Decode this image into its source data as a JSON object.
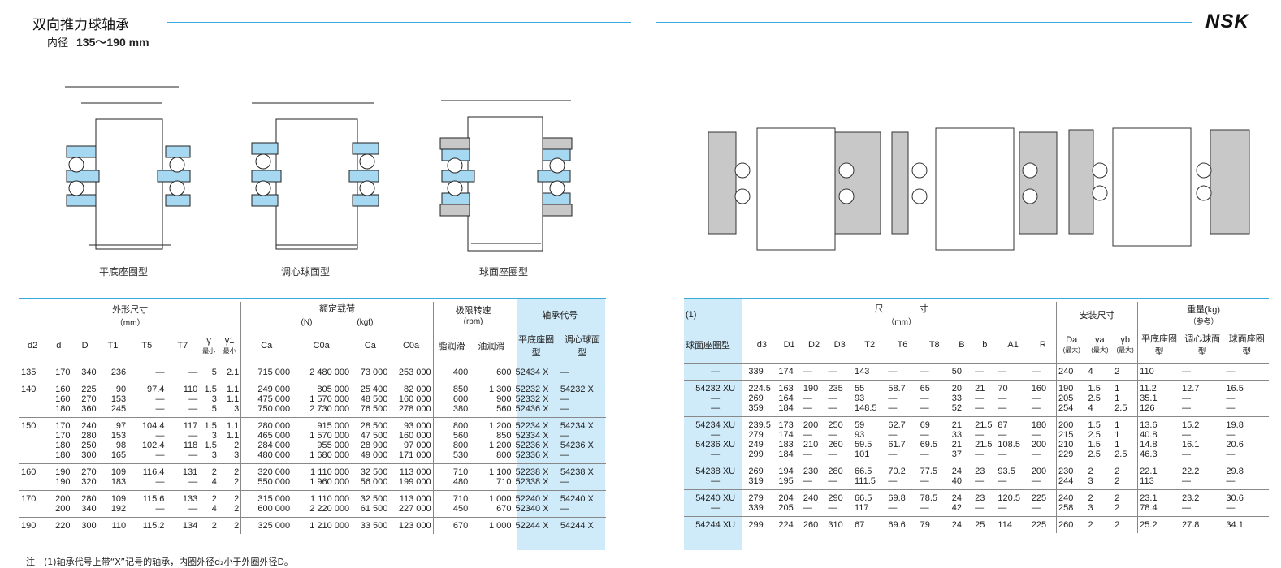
{
  "header": {
    "title": "双向推力球轴承",
    "subtitle_label": "内径",
    "subtitle_range": "135～190 mm",
    "brand": "NSK"
  },
  "colors": {
    "accent": "#3aa9dc",
    "highlight": "#cfeaf8",
    "bearing_fill": "#a6d8f2",
    "housing": "#c8c8c8"
  },
  "diagrams": {
    "captions": [
      "平底座圈型",
      "调心球面型",
      "球面座圈型"
    ]
  },
  "left_table": {
    "group_headers": {
      "dims": "外形尺寸",
      "dims_unit": "（mm）",
      "load": "额定载荷",
      "load_n": "(N)",
      "load_kgf": "(kgf)",
      "speed": "极限转速",
      "speed_unit": "(rpm)",
      "code": "轴承代号"
    },
    "columns": [
      "d2",
      "d",
      "D",
      "T1",
      "T5",
      "T7",
      "γ",
      "γ1",
      "Ca",
      "C0a",
      "Ca",
      "C0a",
      "脂润滑",
      "油润滑",
      "平底座圈型",
      "调心球面型"
    ],
    "minmax": [
      "最小",
      "最小"
    ],
    "groups": [
      {
        "d2": "135",
        "rows": [
          [
            "170",
            "340",
            "236",
            "—",
            "—",
            "5",
            "2.1",
            "715 000",
            "2 480 000",
            "73 000",
            "253 000",
            "400",
            "600",
            "52434 X",
            "—"
          ]
        ]
      },
      {
        "d2": "140",
        "rows": [
          [
            "160",
            "225",
            "90",
            "97.4",
            "110",
            "1.5",
            "1.1",
            "249 000",
            "805 000",
            "25 400",
            "82 000",
            "850",
            "1 300",
            "52232 X",
            "54232 X"
          ],
          [
            "160",
            "270",
            "153",
            "—",
            "—",
            "3",
            "1.1",
            "475 000",
            "1 570 000",
            "48 500",
            "160 000",
            "600",
            "900",
            "52332 X",
            "—"
          ],
          [
            "180",
            "360",
            "245",
            "—",
            "—",
            "5",
            "3",
            "750 000",
            "2 730 000",
            "76 500",
            "278 000",
            "380",
            "560",
            "52436 X",
            "—"
          ]
        ]
      },
      {
        "d2": "150",
        "rows": [
          [
            "170",
            "240",
            "97",
            "104.4",
            "117",
            "1.5",
            "1.1",
            "280 000",
            "915 000",
            "28 500",
            "93 000",
            "800",
            "1 200",
            "52234 X",
            "54234 X"
          ],
          [
            "170",
            "280",
            "153",
            "—",
            "—",
            "3",
            "1.1",
            "465 000",
            "1 570 000",
            "47 500",
            "160 000",
            "560",
            "850",
            "52334 X",
            "—"
          ],
          [
            "180",
            "250",
            "98",
            "102.4",
            "118",
            "1.5",
            "2",
            "284 000",
            "955 000",
            "28 900",
            "97 000",
            "800",
            "1 200",
            "52236 X",
            "54236 X"
          ],
          [
            "180",
            "300",
            "165",
            "—",
            "—",
            "3",
            "3",
            "480 000",
            "1 680 000",
            "49 000",
            "171 000",
            "530",
            "800",
            "52336 X",
            "—"
          ]
        ]
      },
      {
        "d2": "160",
        "rows": [
          [
            "190",
            "270",
            "109",
            "116.4",
            "131",
            "2",
            "2",
            "320 000",
            "1 110 000",
            "32 500",
            "113 000",
            "710",
            "1 100",
            "52238 X",
            "54238 X"
          ],
          [
            "190",
            "320",
            "183",
            "—",
            "—",
            "4",
            "2",
            "550 000",
            "1 960 000",
            "56 000",
            "199 000",
            "480",
            "710",
            "52338 X",
            "—"
          ]
        ]
      },
      {
        "d2": "170",
        "rows": [
          [
            "200",
            "280",
            "109",
            "115.6",
            "133",
            "2",
            "2",
            "315 000",
            "1 110 000",
            "32 500",
            "113 000",
            "710",
            "1 000",
            "52240 X",
            "54240 X"
          ],
          [
            "200",
            "340",
            "192",
            "—",
            "—",
            "4",
            "2",
            "600 000",
            "2 220 000",
            "61 500",
            "227 000",
            "450",
            "670",
            "52340 X",
            "—"
          ]
        ]
      },
      {
        "d2": "190",
        "rows": [
          [
            "220",
            "300",
            "110",
            "115.2",
            "134",
            "2",
            "2",
            "325 000",
            "1 210 000",
            "33 500",
            "123 000",
            "670",
            "1 000",
            "52244 X",
            "54244 X"
          ]
        ]
      }
    ]
  },
  "right_table": {
    "note_ref": "(1)",
    "first_col": "球面座圈型",
    "dims": "尺　　　　寸",
    "dims_unit": "（mm）",
    "mount": "安装尺寸",
    "weight": "重量(kg)",
    "weight_ref": "（参考）",
    "columns": [
      "d3",
      "D1",
      "D2",
      "D3",
      "T2",
      "T6",
      "T8",
      "B",
      "b",
      "A1",
      "R",
      "Da",
      "γa",
      "γb",
      "平底座圈型",
      "调心球面型",
      "球面座圈型"
    ],
    "max_labels": [
      "(最大)",
      "(最大)",
      "(最大)"
    ],
    "groups": [
      {
        "rows": [
          [
            "—",
            "339",
            "174",
            "—",
            "—",
            "143",
            "—",
            "—",
            "50",
            "—",
            "—",
            "—",
            "240",
            "4",
            "2",
            "110",
            "—",
            "—"
          ]
        ]
      },
      {
        "rows": [
          [
            "54232 XU",
            "224.5",
            "163",
            "190",
            "235",
            "55",
            "58.7",
            "65",
            "20",
            "21",
            "70",
            "160",
            "190",
            "1.5",
            "1",
            "11.2",
            "12.7",
            "16.5"
          ],
          [
            "—",
            "269",
            "164",
            "—",
            "—",
            "93",
            "—",
            "—",
            "33",
            "—",
            "—",
            "—",
            "205",
            "2.5",
            "1",
            "35.1",
            "—",
            "—"
          ],
          [
            "—",
            "359",
            "184",
            "—",
            "—",
            "148.5",
            "—",
            "—",
            "52",
            "—",
            "—",
            "—",
            "254",
            "4",
            "2.5",
            "126",
            "—",
            "—"
          ]
        ]
      },
      {
        "rows": [
          [
            "54234 XU",
            "239.5",
            "173",
            "200",
            "250",
            "59",
            "62.7",
            "69",
            "21",
            "21.5",
            "87",
            "180",
            "200",
            "1.5",
            "1",
            "13.6",
            "15.2",
            "19.8"
          ],
          [
            "—",
            "279",
            "174",
            "—",
            "—",
            "93",
            "—",
            "—",
            "33",
            "—",
            "—",
            "—",
            "215",
            "2.5",
            "1",
            "40.8",
            "—",
            "—"
          ],
          [
            "54236 XU",
            "249",
            "183",
            "210",
            "260",
            "59.5",
            "61.7",
            "69.5",
            "21",
            "21.5",
            "108.5",
            "200",
            "210",
            "1.5",
            "1",
            "14.8",
            "16.1",
            "20.6"
          ],
          [
            "—",
            "299",
            "184",
            "—",
            "—",
            "101",
            "—",
            "—",
            "37",
            "—",
            "—",
            "—",
            "229",
            "2.5",
            "2.5",
            "46.3",
            "—",
            "—"
          ]
        ]
      },
      {
        "rows": [
          [
            "54238 XU",
            "269",
            "194",
            "230",
            "280",
            "66.5",
            "70.2",
            "77.5",
            "24",
            "23",
            "93.5",
            "200",
            "230",
            "2",
            "2",
            "22.1",
            "22.2",
            "29.8"
          ],
          [
            "—",
            "319",
            "195",
            "—",
            "—",
            "111.5",
            "—",
            "—",
            "40",
            "—",
            "—",
            "—",
            "244",
            "3",
            "2",
            "113",
            "—",
            "—"
          ]
        ]
      },
      {
        "rows": [
          [
            "54240 XU",
            "279",
            "204",
            "240",
            "290",
            "66.5",
            "69.8",
            "78.5",
            "24",
            "23",
            "120.5",
            "225",
            "240",
            "2",
            "2",
            "23.1",
            "23.2",
            "30.6"
          ],
          [
            "—",
            "339",
            "205",
            "—",
            "—",
            "117",
            "—",
            "—",
            "42",
            "—",
            "—",
            "—",
            "258",
            "3",
            "2",
            "78.4",
            "—",
            "—"
          ]
        ]
      },
      {
        "rows": [
          [
            "54244 XU",
            "299",
            "224",
            "260",
            "310",
            "67",
            "69.6",
            "79",
            "24",
            "25",
            "114",
            "225",
            "260",
            "2",
            "2",
            "25.2",
            "27.8",
            "34.1"
          ]
        ]
      }
    ]
  },
  "footnote": "注　(1)轴承代号上带“X”记号的轴承，内圈外径d₂小于外圈外径D。"
}
